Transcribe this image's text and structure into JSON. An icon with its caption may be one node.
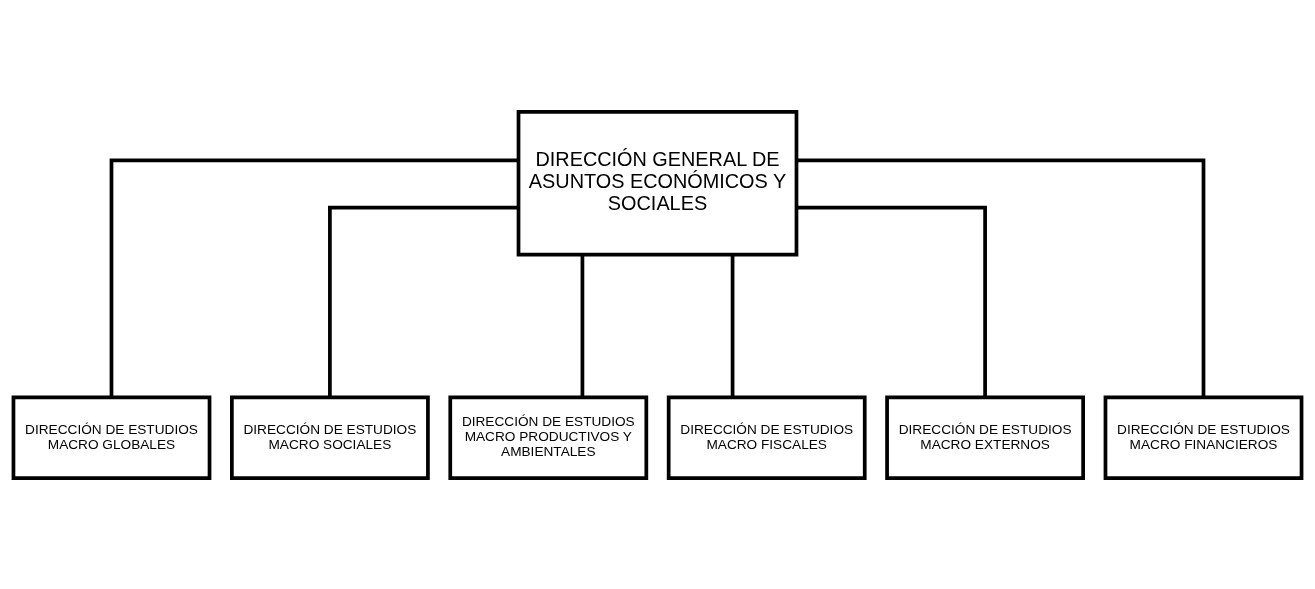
{
  "diagram": {
    "nodes": [
      {
        "text": [
          "DIRECCIÓN GENERAL DE ASUNTOS ECONÓMICOS Y SOCIALES"
        ]
      },
      {
        "text": [
          "DIRECCIÓN DE ESTUDIOS MACRO GLOBALES"
        ]
      },
      {
        "text": [
          "DIRECCIÓN DE ESTUDIOS MACRO SOCIALES"
        ]
      },
      {
        "text": [
          "DIRECCIÓN DE ESTUDIOS MACRO PRODUCTIVOS Y AMBIENTALES"
        ]
      },
      {
        "text": [
          "DIRECCIÓN DE ESTUDIOS MACRO FISCALES"
        ]
      },
      {
        "text": [
          "DIRECCIÓN DE ESTUDIOS MACRO EXTERNOS"
        ]
      },
      {
        "text": [
          "DIRECCIÓN DE ESTUDIOS MACRO FINANCIEROS"
        ]
      }
    ],
    "edges": [
      {
        "from": 0,
        "to": 1,
        "arrow": "none"
      },
      {
        "from": 0,
        "to": 2,
        "arrow": "none"
      },
      {
        "from": 0,
        "to": 3,
        "arrow": "none"
      },
      {
        "from": 0,
        "to": 4,
        "arrow": "none"
      },
      {
        "from": 0,
        "to": 5,
        "arrow": "none"
      },
      {
        "from": 0,
        "to": 6,
        "arrow": "none"
      }
    ]
  }
}
